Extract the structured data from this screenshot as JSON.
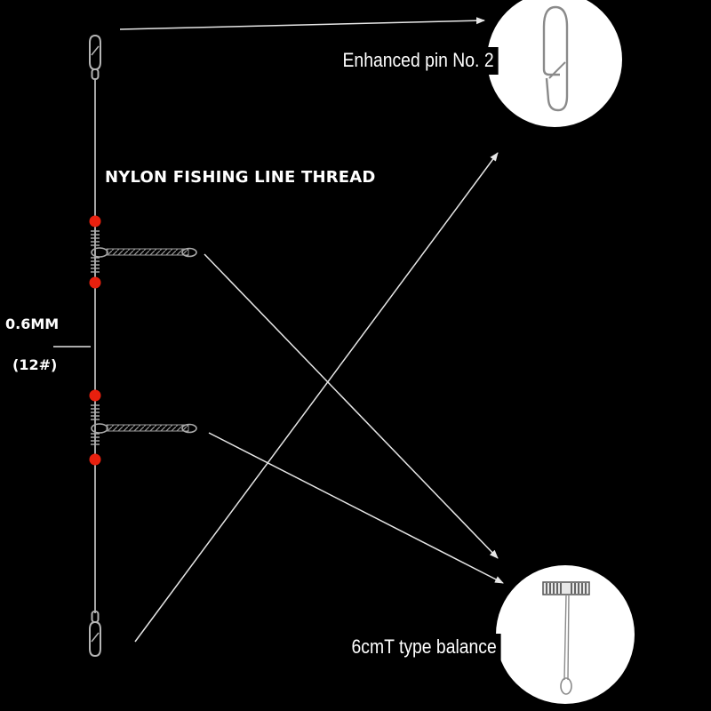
{
  "labels": {
    "title": "NYLON FISHING LINE THREAD",
    "diameter": "0.6MM",
    "size": "(12#)",
    "pin": "Enhanced pin No. 2",
    "balance": "6cmT type balance"
  },
  "colors": {
    "background": "#000000",
    "text": "#ffffff",
    "bead": "#e8200e",
    "line": "#d8d8d8",
    "inset_bg": "#ffffff"
  }
}
